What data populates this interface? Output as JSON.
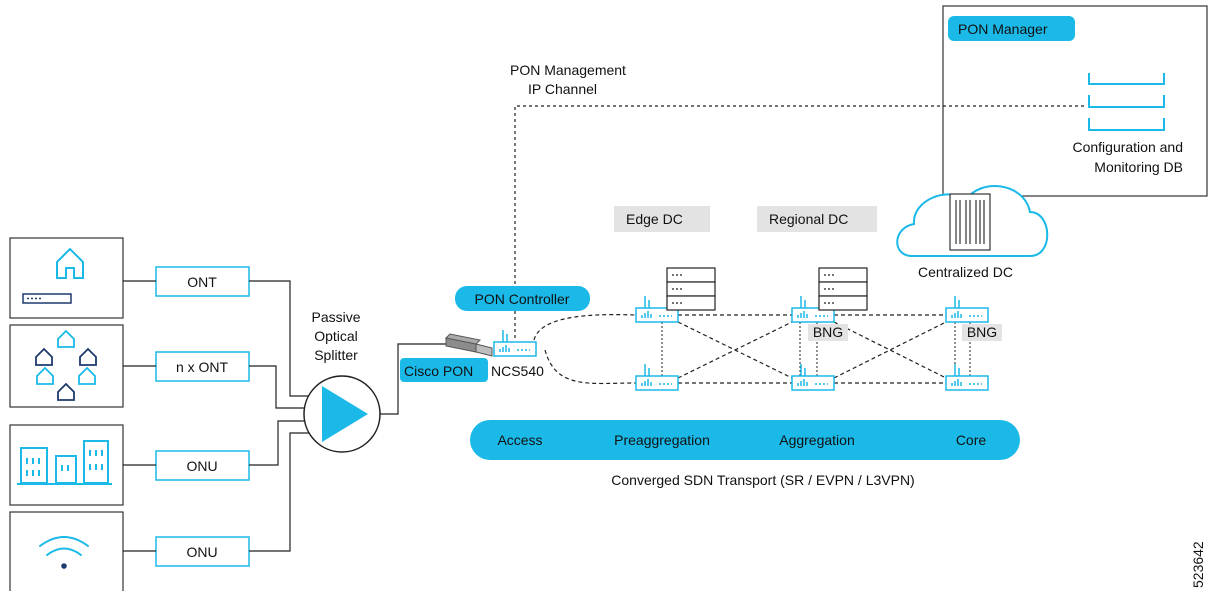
{
  "colors": {
    "accent": "#1ab9e8",
    "line": "#222222",
    "gray_label_bg": "#e3e3e3",
    "icon": "#1ab9e8"
  },
  "pon_manager": {
    "title": "PON Manager",
    "db_label_line1": "Configuration and",
    "db_label_line2": "Monitoring DB"
  },
  "mgmt_channel": {
    "line1": "PON Management",
    "line2": "IP Channel"
  },
  "data_centers": {
    "edge": "Edge DC",
    "regional": "Regional DC",
    "centralized": "Centralized DC"
  },
  "pon_controller": "PON Controller",
  "cisco_pon": "Cisco PON",
  "ncs540": "NCS540",
  "splitter": {
    "line1": "Passive",
    "line2": "Optical",
    "line3": "Splitter"
  },
  "endpoints": [
    {
      "label": "ONT",
      "icon": "house-icon"
    },
    {
      "label": "n x ONT",
      "icon": "houses-icon"
    },
    {
      "label": "ONU",
      "icon": "buildings-icon"
    },
    {
      "label": "ONU",
      "icon": "wifi-icon"
    }
  ],
  "bng_labels": [
    "BNG",
    "BNG"
  ],
  "transport_segments": [
    "Access",
    "Preaggregation",
    "Aggregation",
    "Core"
  ],
  "transport_caption": "Converged SDN Transport (SR / EVPN / L3VPN)",
  "figure_id": "523642"
}
